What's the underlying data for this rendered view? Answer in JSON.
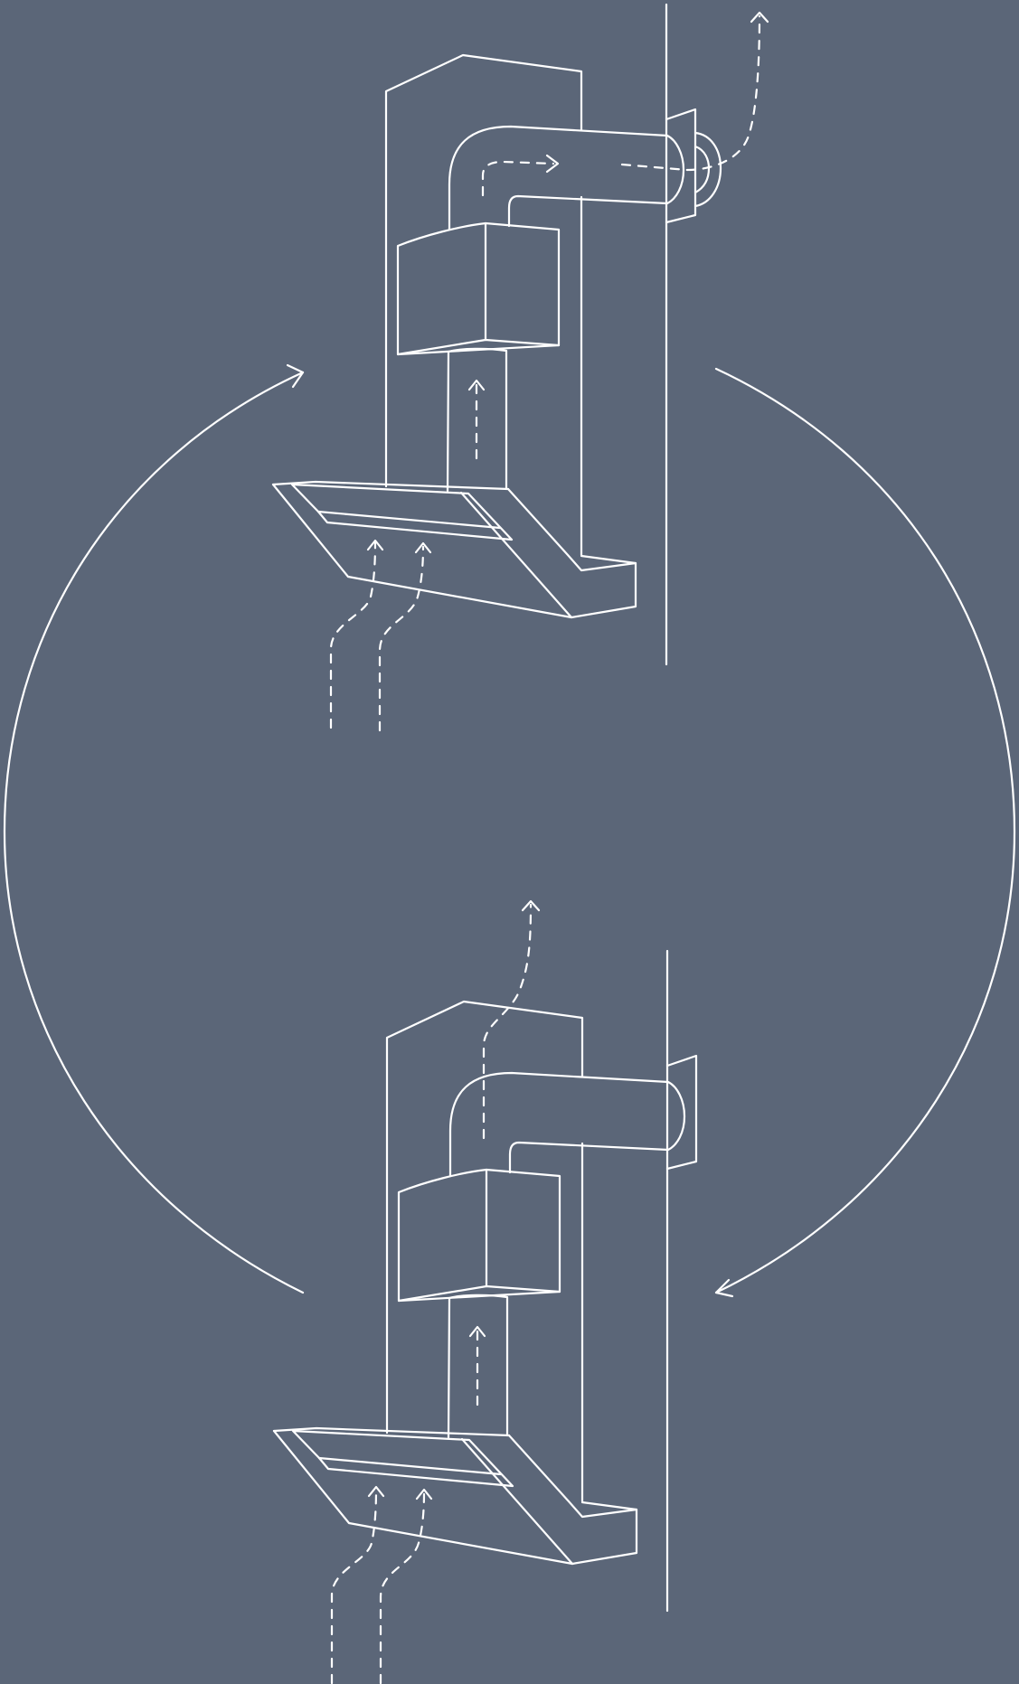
{
  "colors": {
    "background": "#5b6678",
    "line": "#ffffff"
  },
  "diagram": {
    "description_text": "",
    "panels": [
      {
        "id": "top",
        "mode": "ducted-exhaust-to-outside"
      },
      {
        "id": "bottom",
        "mode": "recirculating-back-into-room"
      }
    ],
    "cycle_arrows": [
      {
        "id": "left-arc",
        "direction": "up"
      },
      {
        "id": "right-arc",
        "direction": "down"
      }
    ]
  }
}
